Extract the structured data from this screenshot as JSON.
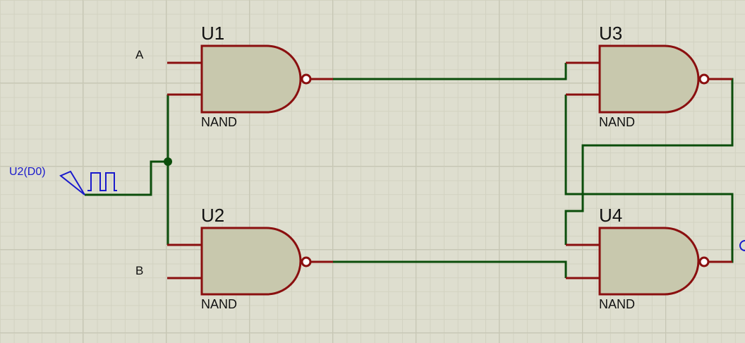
{
  "colors": {
    "wire": "#0b4d0b",
    "component_stroke": "#8a0f0f",
    "gate_fill": "#c8c8ad",
    "generator": "#1a1acc",
    "background": "#dedecf"
  },
  "inputs": {
    "a_label": "A",
    "b_label": "B"
  },
  "generator": {
    "label": "U2(D0)",
    "icon": "square-wave-icon"
  },
  "gates": {
    "u1": {
      "ref": "U1",
      "type": "NAND"
    },
    "u2": {
      "ref": "U2",
      "type": "NAND"
    },
    "u3": {
      "ref": "U3",
      "type": "NAND"
    },
    "u4": {
      "ref": "U4",
      "type": "NAND"
    }
  }
}
